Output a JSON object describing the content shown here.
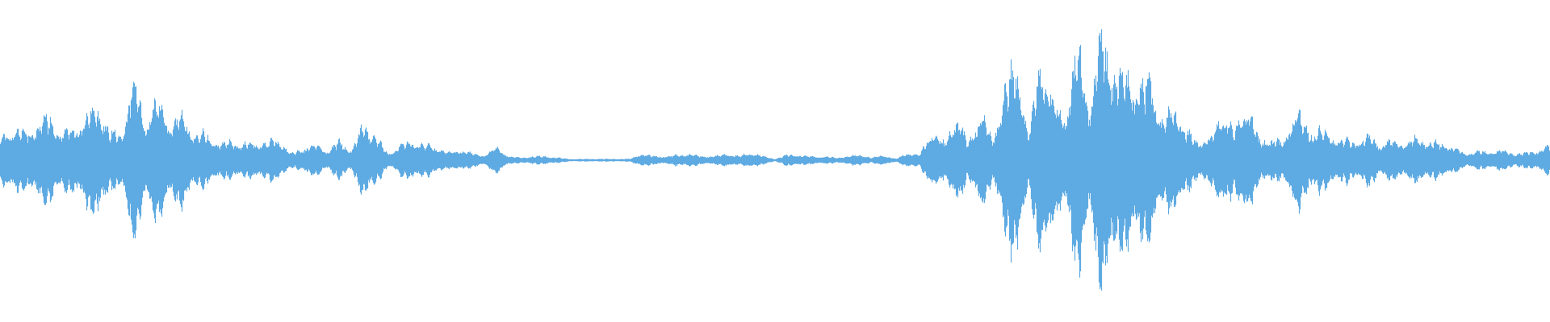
{
  "waveform": {
    "color": "#5eaae2",
    "background": "#ffffff",
    "envelope": [
      0.17,
      0.24,
      0.21,
      0.25,
      0.33,
      0.22,
      0.24,
      0.31,
      0.45,
      0.23,
      0.19,
      0.62,
      0.28,
      0.47,
      0.26,
      0.35,
      0.19,
      0.2,
      0.12,
      0.15,
      0.12,
      0.14,
      0.13,
      0.16,
      0.05,
      0.09,
      0.12,
      0.07,
      0.14,
      0.08,
      0.26,
      0.19,
      0.05,
      0.11,
      0.15,
      0.12,
      0.1,
      0.06,
      0.08,
      0.05,
      0.04,
      0.1,
      0.03,
      0.02,
      0.03,
      0.03,
      0.02,
      0.01,
      0.01,
      0.01,
      0.01,
      0.01,
      0.01,
      0.05,
      0.03,
      0.03,
      0.04,
      0.05,
      0.03,
      0.03,
      0.05,
      0.03,
      0.06,
      0.03,
      0.01,
      0.04,
      0.04,
      0.03,
      0.03,
      0.02,
      0.03,
      0.04,
      0.02,
      0.04,
      0.01,
      0.06,
      0.04,
      0.24,
      0.12,
      0.34,
      0.12,
      0.39,
      0.14,
      0.56,
      0.7,
      0.18,
      0.81,
      0.42,
      0.33,
      0.88,
      0.4,
      0.97,
      0.68,
      0.65,
      0.54,
      0.66,
      0.3,
      0.41,
      0.22,
      0.15,
      0.16,
      0.37,
      0.22,
      0.44,
      0.15,
      0.16,
      0.13,
      0.41,
      0.22,
      0.24,
      0.18,
      0.16,
      0.14,
      0.18,
      0.12,
      0.15,
      0.13,
      0.17,
      0.14,
      0.13,
      0.1,
      0.05,
      0.07,
      0.06,
      0.08,
      0.05,
      0.06,
      0.07,
      0.12
    ]
  }
}
